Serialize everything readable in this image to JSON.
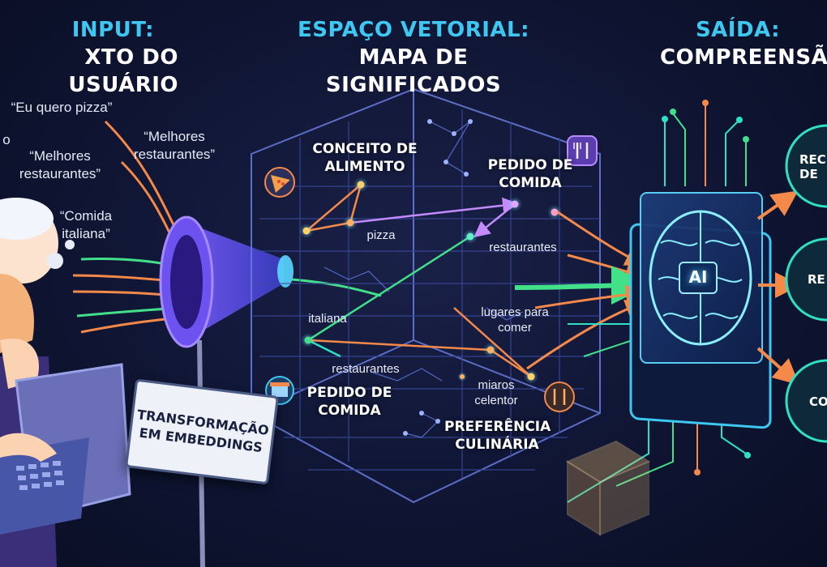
{
  "titles": {
    "input": {
      "line1": "INPUT:",
      "line2": "XTO DO USUÁRIO"
    },
    "vector_space": {
      "line1": "ESPAÇO VETORIAL:",
      "line2": "MAPA DE SIGNIFICADOS"
    },
    "output": {
      "line1": "SAÍDA:",
      "line2": "COMPREENSÃO"
    }
  },
  "user_quotes": [
    "“Eu quero pizza”",
    "“Melhores restaurantes”",
    "“Melhores restaurantes”",
    "“Comida italiana”"
  ],
  "user_quote_fragment": "o",
  "transformation_sign": "TRANSFORMAÇÃO EM EMBEDDINGS",
  "vector_nodes": {
    "food_concept": "CONCEITO DE ALIMENTO",
    "food_order_top": "PEDIDO DE COMIDA",
    "food_order_bottom": "PEDIDO DE COMIDA",
    "culinary_preference": "PREFERÊNCIA CULINÁRIA"
  },
  "vector_words": {
    "pizza": "pizza",
    "restaurantes_right": "restaurantes",
    "italiana": "italiana",
    "lugares": "lugares para comer",
    "restaurantes_bottom": "restaurantes",
    "miaros": "miaros celentor"
  },
  "ai_chip_label": "AI",
  "output_circles": [
    "REC DE",
    "RE",
    "CO"
  ],
  "icons": [
    "person-icon",
    "pizza-icon",
    "utensils-icon",
    "store-icon",
    "brain-chip-icon",
    "cube-icon"
  ],
  "colors": {
    "accent_cyan": "#3ec7f0",
    "orange": "#f5894a",
    "green": "#43e08a",
    "purple": "#b06bff",
    "teal": "#2fe0c2"
  }
}
